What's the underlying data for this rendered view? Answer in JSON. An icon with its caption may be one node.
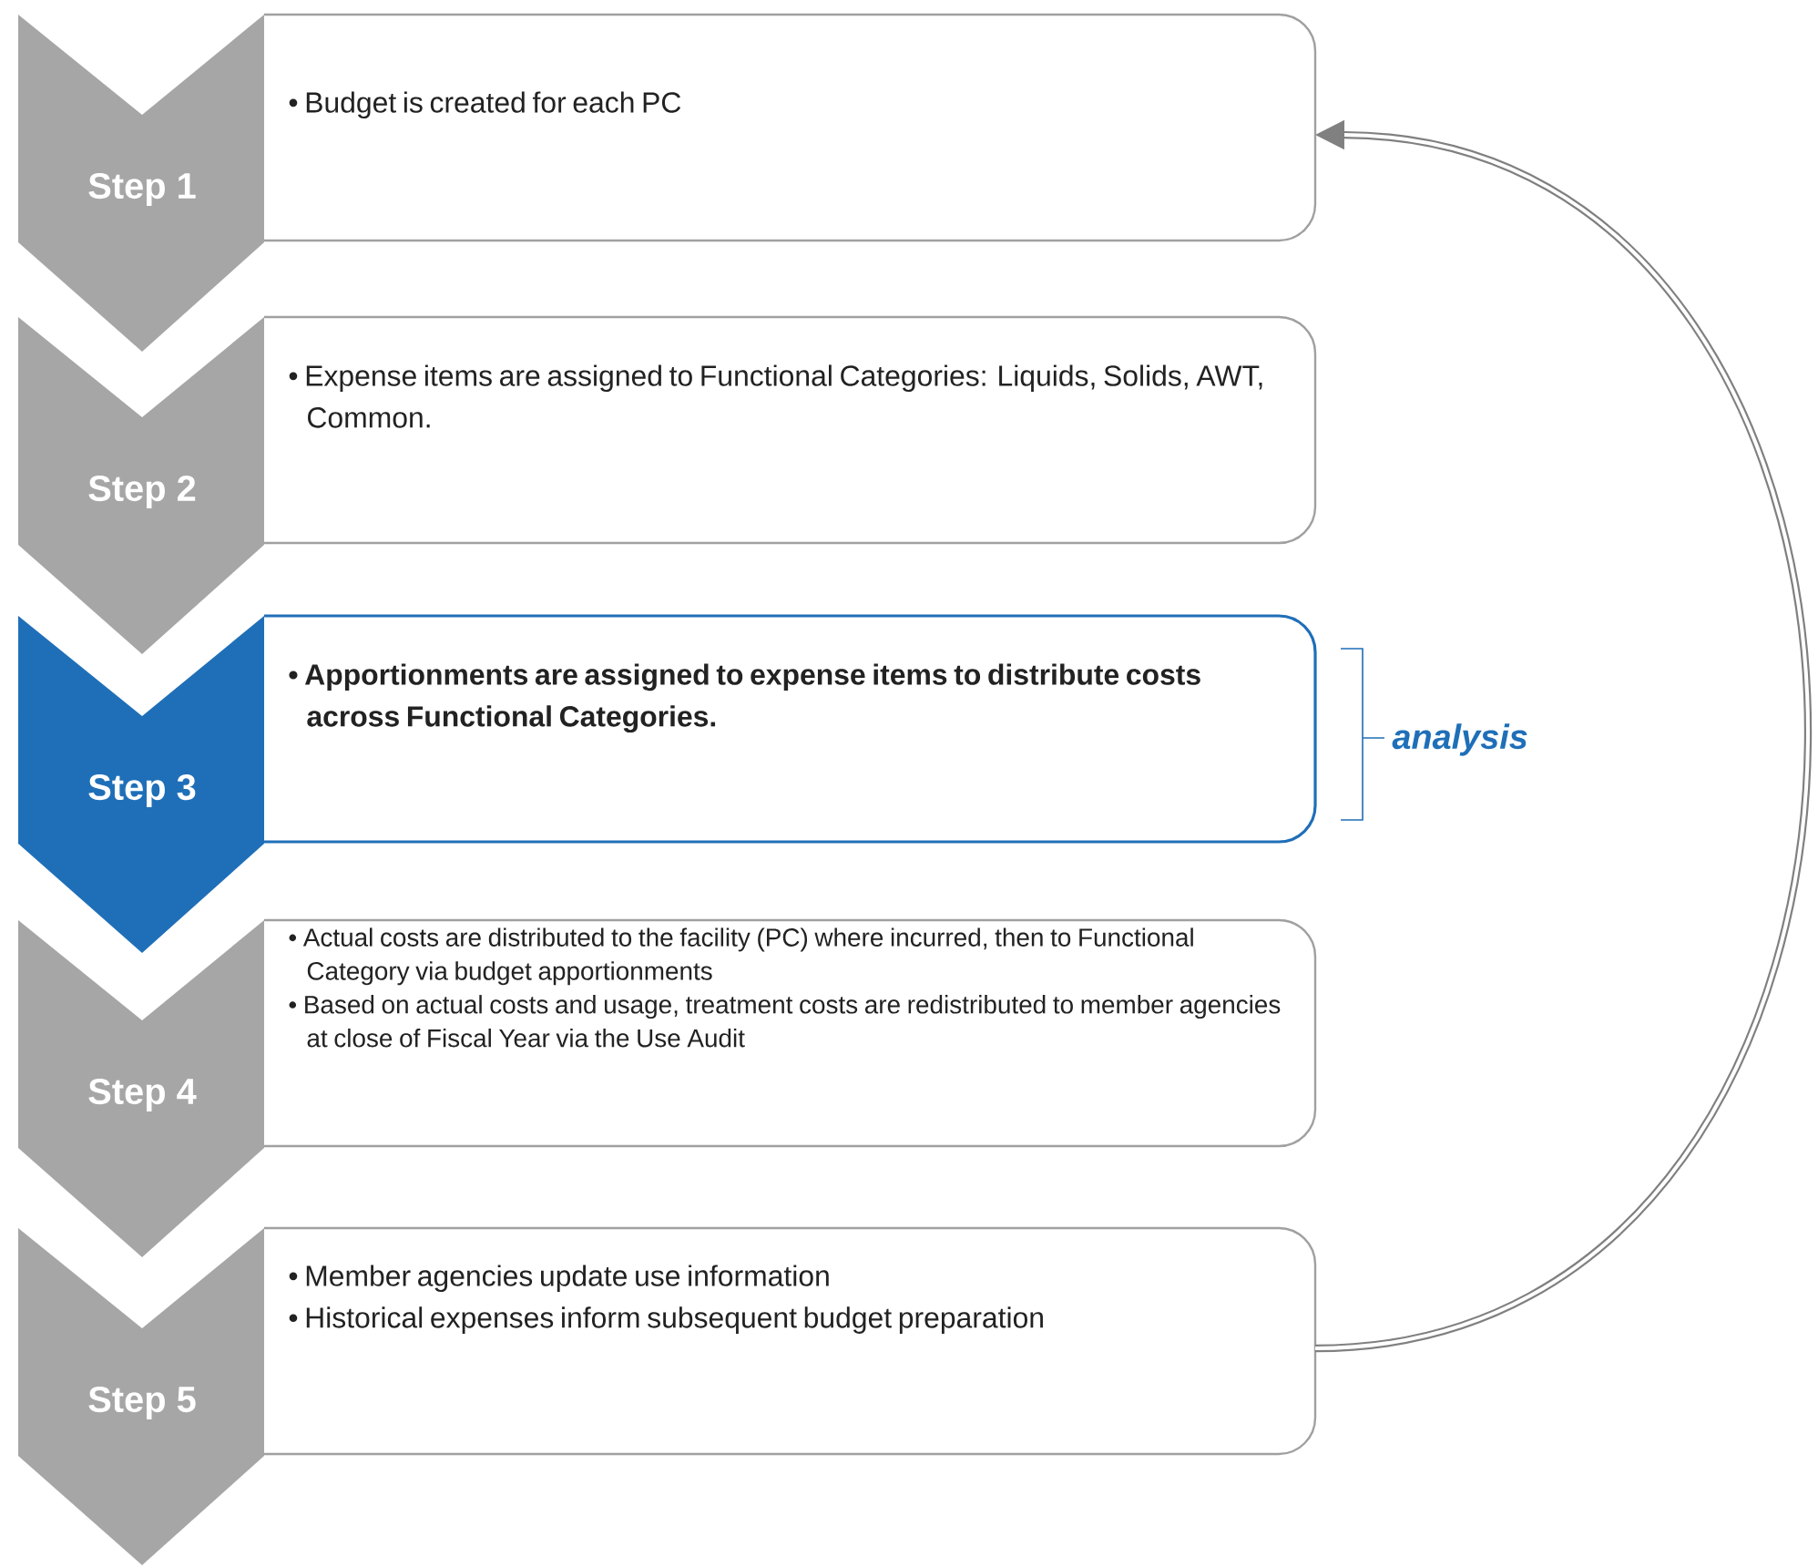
{
  "diagram": {
    "nodes": [
      {
        "text": [
          "Step 1"
        ]
      },
      {
        "text": [
          "• Budget is created for each PC"
        ]
      },
      {
        "text": [
          "Step 2"
        ]
      },
      {
        "text": [
          "• Expense items are assigned to Functional Categories: Liquids, Solids, AWT, Common."
        ]
      },
      {
        "text": [
          "Step 3"
        ]
      },
      {
        "text": [
          "• Apportionments are assigned to expense items to distribute costs across Functional Categories."
        ]
      },
      {
        "text": [
          "Step 4"
        ]
      },
      {
        "text": [
          "• Actual costs are distributed to the facility (PC) where incurred, then to Functional Category via budget apportionments",
          "• Based on actual costs and usage, treatment costs are redistributed to member agencies at close of Fiscal Year via the Use Audit"
        ]
      },
      {
        "text": [
          "Step 5"
        ]
      },
      {
        "text": [
          "• Member agencies update use information",
          "• Historical expenses inform subsequent budget preparation"
        ]
      }
    ],
    "edges": [
      {
        "from": 9,
        "to": 1,
        "arrow": "to"
      }
    ],
    "labels": [
      "analysis"
    ]
  }
}
